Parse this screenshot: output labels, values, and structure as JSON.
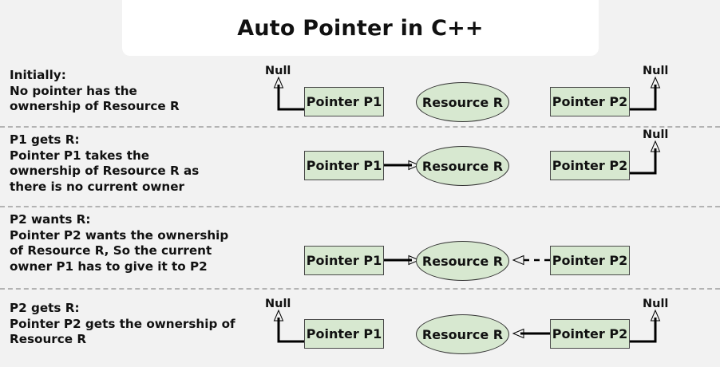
{
  "header": {
    "title": "Auto Pointer in C++"
  },
  "labels": {
    "pointer_p1": "Pointer P1",
    "pointer_p2": "Pointer P2",
    "resource_r": "Resource R",
    "null": "Null"
  },
  "colors": {
    "page_background": "#f2f2f2",
    "title_card": "#ffffff",
    "node_fill": "#d7e8d0",
    "node_border": "#4a4a4a",
    "divider": "#b3b3b3",
    "text": "#111111",
    "arrow": "#000000"
  },
  "rows": [
    {
      "id": "initially",
      "heading": "Initially:",
      "lines": [
        "No pointer has the",
        "ownership of Resource R"
      ],
      "p1_label": "Pointer P1",
      "p2_label": "Pointer P2",
      "resource_label": "Resource R",
      "p1_null_label": "Null",
      "p2_null_label": "Null",
      "p1_state": "null",
      "p2_state": "null",
      "arrow_p1_to_r": "none",
      "arrow_p2_to_r": "none"
    },
    {
      "id": "p1-gets-r",
      "heading": "P1 gets R:",
      "lines": [
        "Pointer P1 takes the",
        "ownership of Resource R as",
        "there is no current owner"
      ],
      "p1_label": "Pointer P1",
      "p2_label": "Pointer P2",
      "resource_label": "Resource R",
      "p1_null_label": "",
      "p2_null_label": "Null",
      "p1_state": "owns",
      "p2_state": "null",
      "arrow_p1_to_r": "solid",
      "arrow_p2_to_r": "none"
    },
    {
      "id": "p2-wants-r",
      "heading": "P2 wants R:",
      "lines": [
        "Pointer P2 wants the ownership",
        "of Resource R, So the current",
        "owner P1 has to give it to P2"
      ],
      "p1_label": "Pointer P1",
      "p2_label": "Pointer P2",
      "resource_label": "Resource R",
      "p1_null_label": "",
      "p2_null_label": "",
      "p1_state": "owns",
      "p2_state": "requesting",
      "arrow_p1_to_r": "solid",
      "arrow_p2_to_r": "dashed"
    },
    {
      "id": "p2-gets-r",
      "heading": "P2 gets R:",
      "lines": [
        "Pointer P2 gets the ownership of",
        "Resource R"
      ],
      "p1_label": "Pointer P1",
      "p2_label": "Pointer P2",
      "resource_label": "Resource R",
      "p1_null_label": "Null",
      "p2_null_label": "Null",
      "p1_state": "null",
      "p2_state": "owns",
      "arrow_p1_to_r": "none",
      "arrow_p2_to_r": "solid"
    }
  ]
}
